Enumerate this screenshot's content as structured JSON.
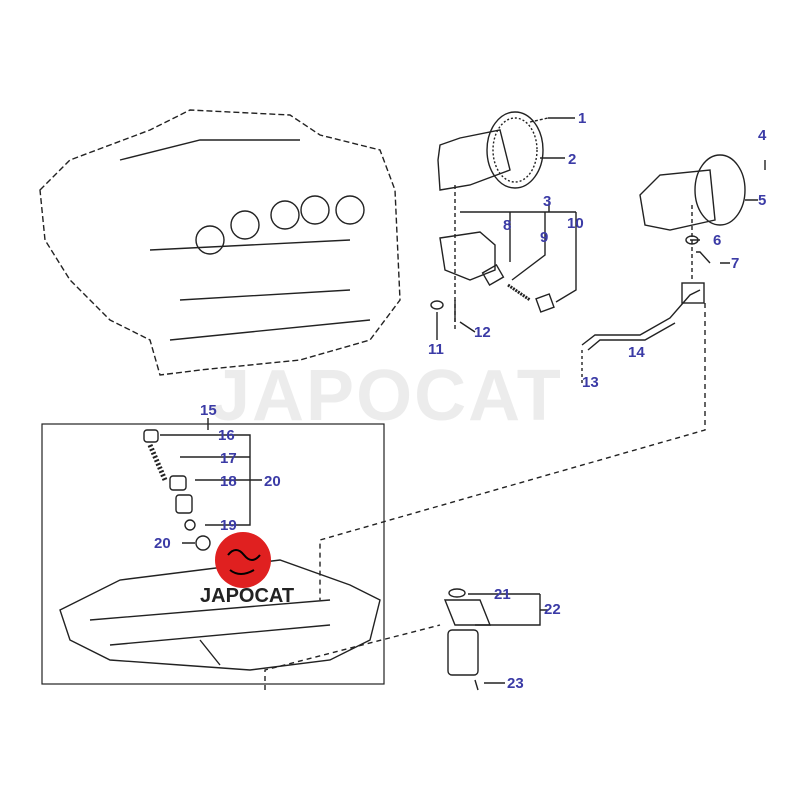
{
  "watermark": "JAPOCAT",
  "logo_text": "JAPOCAT",
  "colors": {
    "label": "#3b3ba6",
    "logo": "#e02020",
    "line": "#222222"
  },
  "labels": [
    "1",
    "2",
    "3",
    "4",
    "5",
    "6",
    "7",
    "8",
    "9",
    "10",
    "11",
    "12",
    "13",
    "14",
    "15",
    "16",
    "17",
    "18",
    "19",
    "20",
    "20",
    "21",
    "22",
    "23"
  ]
}
